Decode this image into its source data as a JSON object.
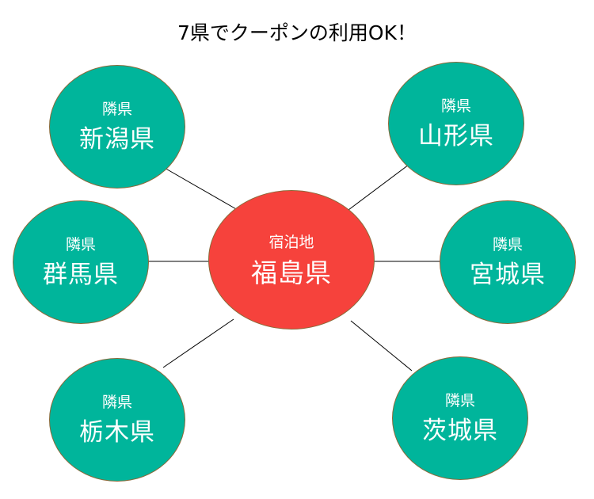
{
  "title": "7県でクーポンの利用OK！",
  "colors": {
    "neighbor_fill": "#00b59b",
    "center_fill": "#f6423c",
    "outline": "#8a6a3a",
    "connector": "#000000",
    "text": "#ffffff"
  },
  "center": {
    "sub": "宿泊地",
    "main": "福島県"
  },
  "neighbors": [
    {
      "sub": "隣県",
      "main": "新潟県"
    },
    {
      "sub": "隣県",
      "main": "山形県"
    },
    {
      "sub": "隣県",
      "main": "群馬県"
    },
    {
      "sub": "隣県",
      "main": "宮城県"
    },
    {
      "sub": "隣県",
      "main": "栃木県"
    },
    {
      "sub": "隣県",
      "main": "茨城県"
    }
  ]
}
